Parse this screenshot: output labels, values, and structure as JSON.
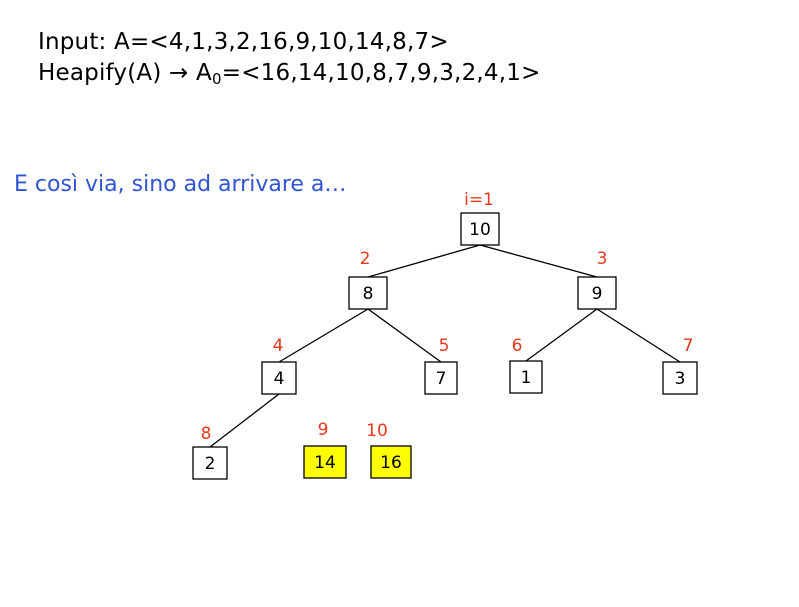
{
  "header": {
    "input_label": "Input:",
    "input_value": "A=<4,1,3,2,16,9,10,14,8,7>",
    "heapify_label": "Heapify(A)",
    "arrow": "→",
    "result_symbol": "A",
    "result_subscript": "0",
    "result_value": "=<16,14,10,8,7,9,3,2,4,1>"
  },
  "caption": "E così via, sino ad arrivare a…",
  "colors": {
    "index_label": "#e8381c",
    "caption": "#2f55d4",
    "highlight_fill": "#ffff00",
    "node_fill": "#ffffff",
    "stroke": "#000000"
  },
  "tree": {
    "nodes": [
      {
        "index_label": "i=1",
        "value": "10",
        "highlighted": false
      },
      {
        "index_label": "2",
        "value": "8",
        "highlighted": false
      },
      {
        "index_label": "3",
        "value": "9",
        "highlighted": false
      },
      {
        "index_label": "4",
        "value": "4",
        "highlighted": false
      },
      {
        "index_label": "5",
        "value": "7",
        "highlighted": false
      },
      {
        "index_label": "6",
        "value": "1",
        "highlighted": false
      },
      {
        "index_label": "7",
        "value": "3",
        "highlighted": false
      },
      {
        "index_label": "8",
        "value": "2",
        "highlighted": false
      },
      {
        "index_label": "9",
        "value": "14",
        "highlighted": true
      },
      {
        "index_label": "10",
        "value": "16",
        "highlighted": true
      }
    ],
    "edges": [
      [
        0,
        1
      ],
      [
        0,
        2
      ],
      [
        1,
        3
      ],
      [
        1,
        4
      ],
      [
        2,
        5
      ],
      [
        2,
        6
      ],
      [
        3,
        7
      ]
    ]
  }
}
